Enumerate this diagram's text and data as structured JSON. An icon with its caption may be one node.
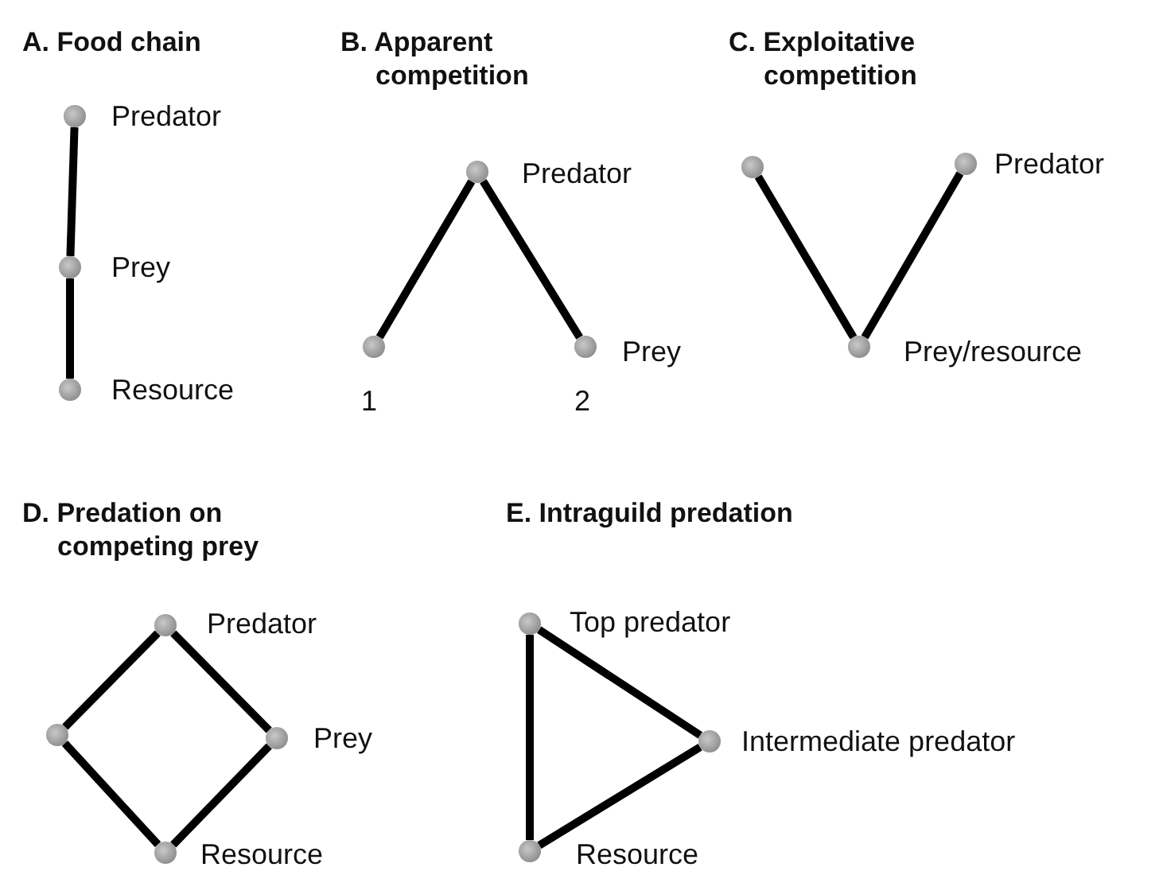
{
  "diagram": {
    "nodes": [
      {
        "text": [],
        "shape": "circle",
        "beside": [
          "Predator"
        ]
      },
      {
        "text": [],
        "shape": "circle",
        "beside": [
          "Prey"
        ]
      },
      {
        "text": [],
        "shape": "circle",
        "beside": [
          "Resource"
        ]
      },
      {
        "text": [],
        "shape": "circle",
        "beside": [
          "Predator"
        ]
      },
      {
        "text": [],
        "shape": "circle",
        "beside": [
          "1"
        ]
      },
      {
        "text": [],
        "shape": "circle",
        "beside": [
          "Prey",
          "2"
        ]
      },
      {
        "text": [],
        "shape": "circle"
      },
      {
        "text": [],
        "shape": "circle",
        "beside": [
          "Predator"
        ]
      },
      {
        "text": [],
        "shape": "circle",
        "beside": [
          "Prey/resource"
        ]
      },
      {
        "text": [],
        "shape": "circle",
        "beside": [
          "Predator"
        ]
      },
      {
        "text": [],
        "shape": "circle"
      },
      {
        "text": [],
        "shape": "circle",
        "beside": [
          "Prey"
        ]
      },
      {
        "text": [],
        "shape": "circle",
        "beside": [
          "Resource"
        ]
      },
      {
        "text": [],
        "shape": "circle",
        "beside": [
          "Top predator"
        ]
      },
      {
        "text": [],
        "shape": "circle",
        "beside": [
          "Intermediate predator"
        ]
      },
      {
        "text": [],
        "shape": "circle",
        "beside": [
          "Resource"
        ]
      }
    ],
    "edges": [
      {
        "from": 0,
        "to": 1,
        "arrow": "none"
      },
      {
        "from": 1,
        "to": 2,
        "arrow": "none"
      },
      {
        "from": 3,
        "to": 4,
        "arrow": "none"
      },
      {
        "from": 3,
        "to": 5,
        "arrow": "none"
      },
      {
        "from": 6,
        "to": 8,
        "arrow": "none"
      },
      {
        "from": 7,
        "to": 8,
        "arrow": "none"
      },
      {
        "from": 9,
        "to": 10,
        "arrow": "none"
      },
      {
        "from": 9,
        "to": 11,
        "arrow": "none"
      },
      {
        "from": 10,
        "to": 12,
        "arrow": "none"
      },
      {
        "from": 11,
        "to": 12,
        "arrow": "none"
      },
      {
        "from": 13,
        "to": 14,
        "arrow": "none"
      },
      {
        "from": 13,
        "to": 15,
        "arrow": "none"
      },
      {
        "from": 14,
        "to": 15,
        "arrow": "none"
      }
    ],
    "labels": [
      "A. Food chain",
      "B. Apparent competition",
      "C. Exploitative competition",
      "D. Predation on competing prey",
      "E. Intraguild predation"
    ]
  }
}
